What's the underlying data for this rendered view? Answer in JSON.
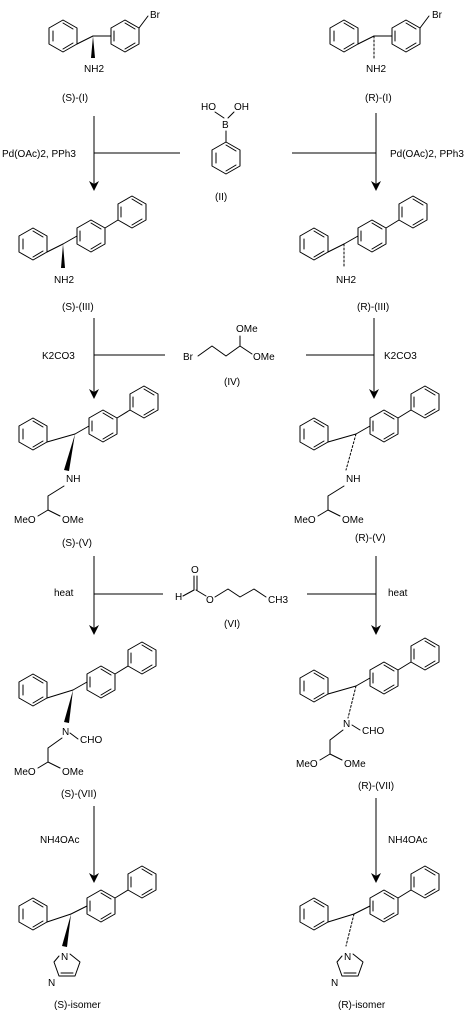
{
  "compounds": {
    "s_I": "(S)-(I)",
    "r_I": "(R)-(I)",
    "boronic": "(II)",
    "s_III": "(S)-(III)",
    "r_III": "(R)-(III)",
    "bromide": "(IV)",
    "s_V": "(S)-(V)",
    "r_V": "(R)-(V)",
    "formate": "(VI)",
    "s_VII": "(S)-(VII)",
    "r_VII": "(R)-(VII)",
    "s_final": "(S)-isomer",
    "r_final": "(R)-isomer"
  },
  "reagents": {
    "pd_left": "Pd(OAc)2, PPh3",
    "pd_right": "Pd(OAc)2, PPh3",
    "k2co3_left": "K2CO3",
    "k2co3_right": "K2CO3",
    "heat_left": "heat",
    "heat_right": "heat",
    "nh4oac_left": "NH4OAc",
    "nh4oac_right": "NH4OAc"
  },
  "atoms": {
    "br": "Br",
    "nh2": "NH2",
    "nh": "NH",
    "n": "N",
    "cho": "CHO",
    "ome": "OMe",
    "meo": "MeO",
    "b": "B",
    "oh": "HO",
    "oh2": "OH",
    "h": "H",
    "o": "O",
    "ch3": "CH3"
  }
}
